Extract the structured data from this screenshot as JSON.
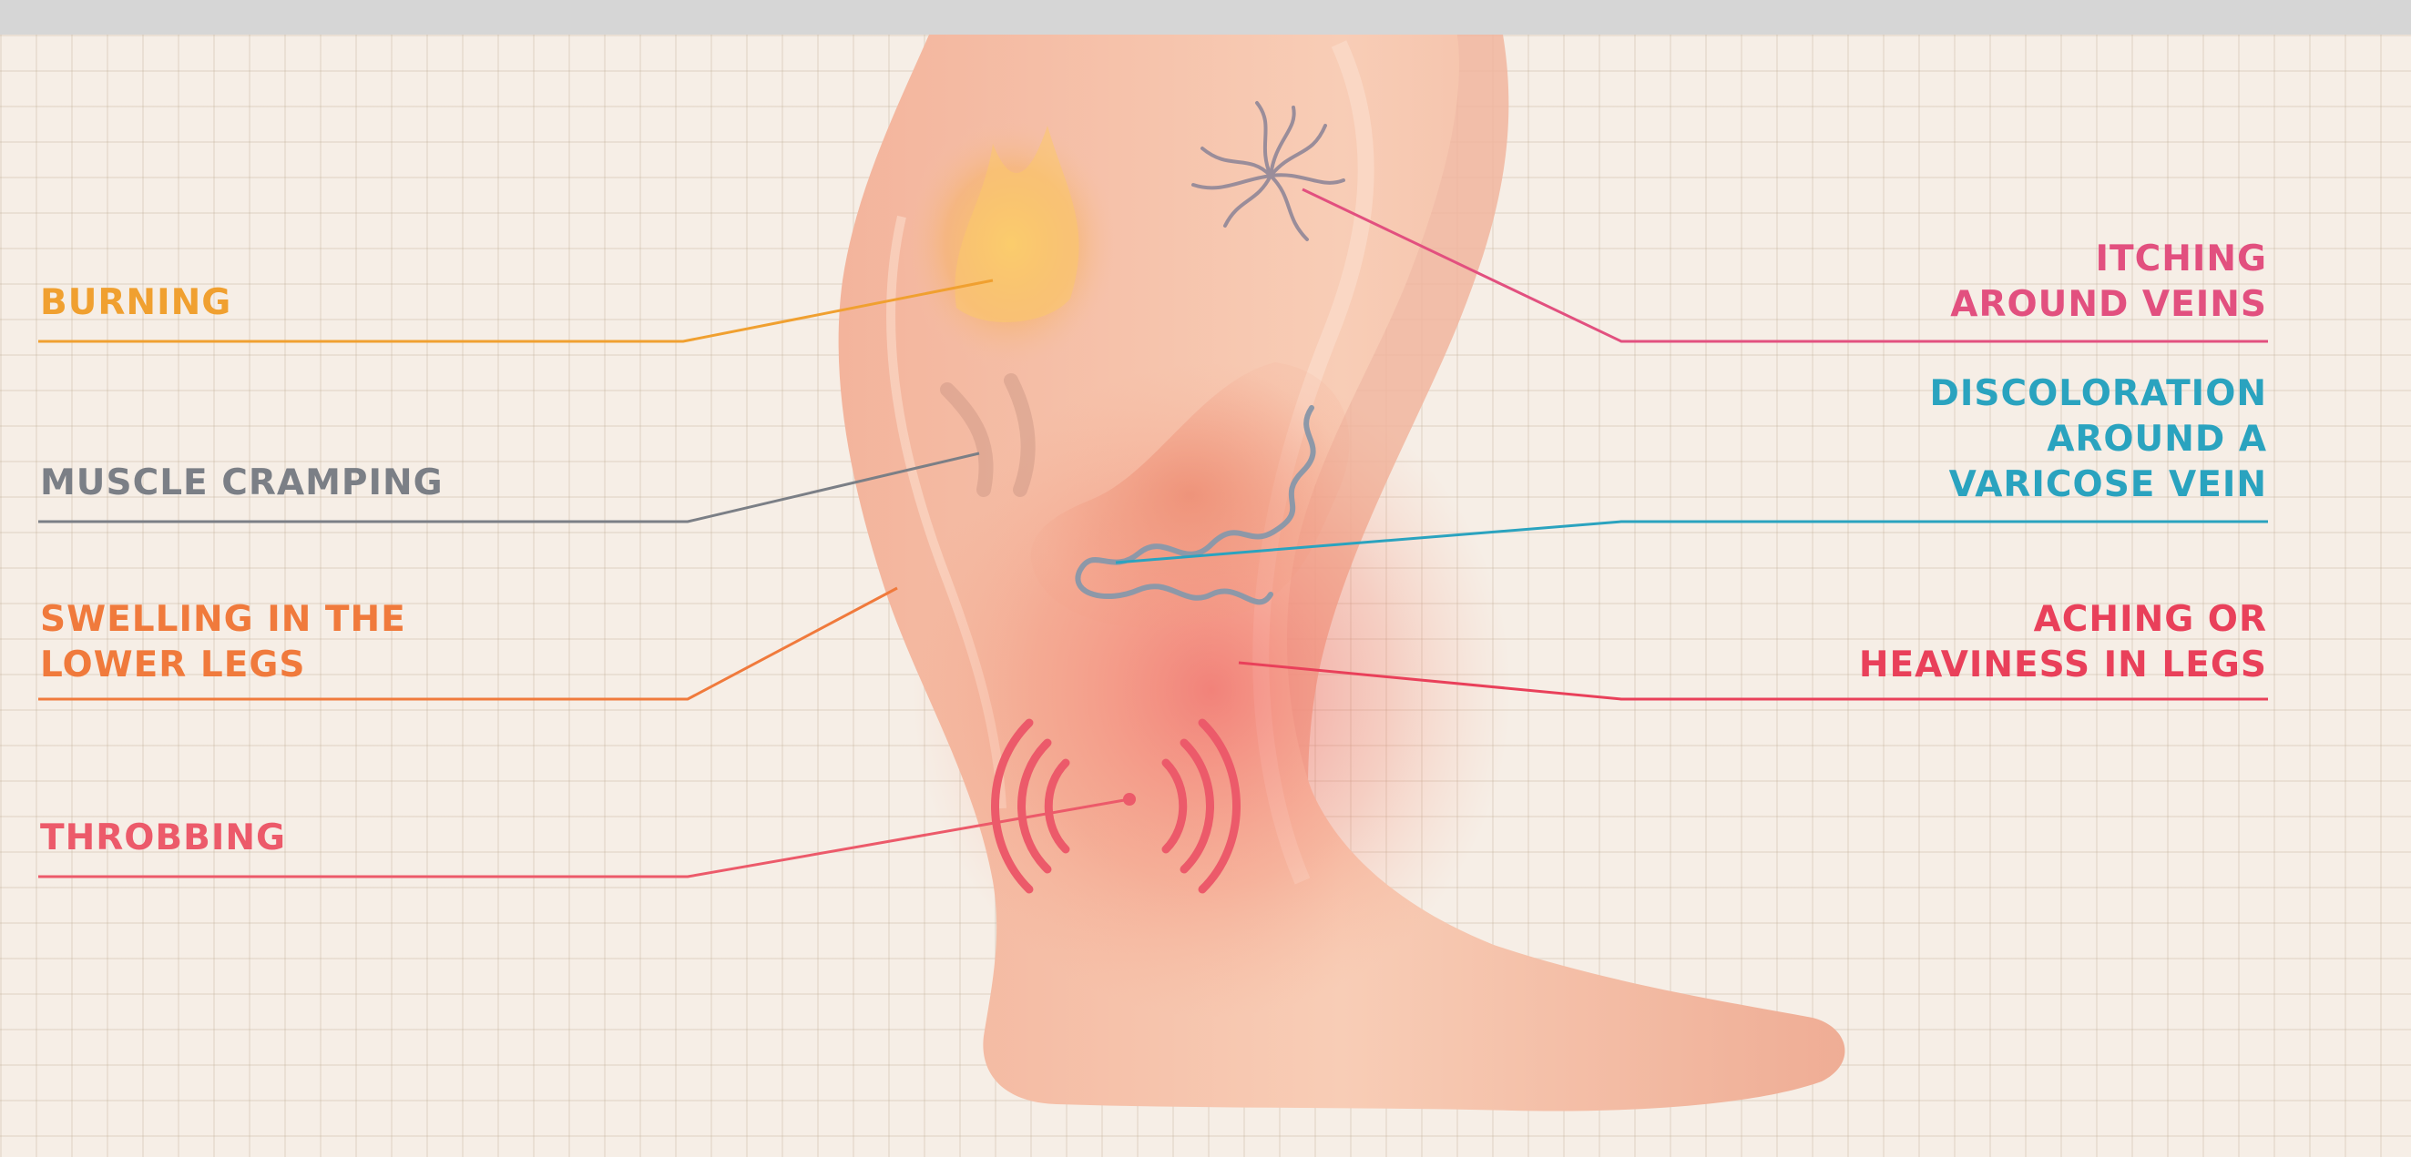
{
  "colors": {
    "background": "#f6eee6",
    "grid": "#d9c9ba",
    "skin": "#f6c3ac",
    "skin_shadow": "#eba58b",
    "burning": "#f0a030",
    "cramping": "#7b7f86",
    "swelling": "#f07a3c",
    "throbbing": "#ec5a6a",
    "itching": "#e2507f",
    "discoloration": "#2aa3bf",
    "aching": "#e9405a"
  },
  "icons": [
    "leg-illustration",
    "spider-vein-icon",
    "varicose-vein-icon",
    "throb-waves-icon"
  ],
  "labels": {
    "burning": [
      "BURNING"
    ],
    "muscle_cramping": [
      "MUSCLE CRAMPING"
    ],
    "swelling": [
      "SWELLING IN THE",
      "LOWER LEGS"
    ],
    "throbbing": [
      "THROBBING"
    ],
    "itching": [
      "ITCHING",
      "AROUND VEINS"
    ],
    "discoloration": [
      "DISCOLORATION",
      "AROUND A",
      "VARICOSE VEIN"
    ],
    "aching": [
      "ACHING OR",
      "HEAVINESS IN LEGS"
    ]
  }
}
